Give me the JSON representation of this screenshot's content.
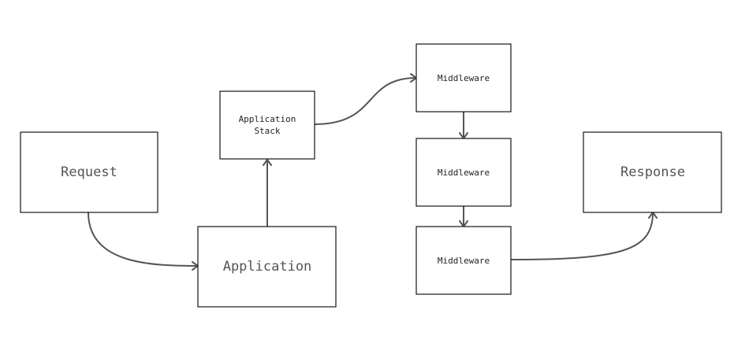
{
  "nodes": {
    "request": {
      "label": "Request"
    },
    "application": {
      "label": "Application"
    },
    "application_stack": {
      "label_line1": "Application",
      "label_line2": "Stack"
    },
    "middleware_1": {
      "label": "Middleware"
    },
    "middleware_2": {
      "label": "Middleware"
    },
    "middleware_3": {
      "label": "Middleware"
    },
    "response": {
      "label": "Response"
    }
  },
  "edges": [
    {
      "from": "request",
      "to": "application"
    },
    {
      "from": "application",
      "to": "application_stack"
    },
    {
      "from": "application_stack",
      "to": "middleware_1"
    },
    {
      "from": "middleware_1",
      "to": "middleware_2"
    },
    {
      "from": "middleware_2",
      "to": "middleware_3"
    },
    {
      "from": "middleware_3",
      "to": "response"
    }
  ]
}
